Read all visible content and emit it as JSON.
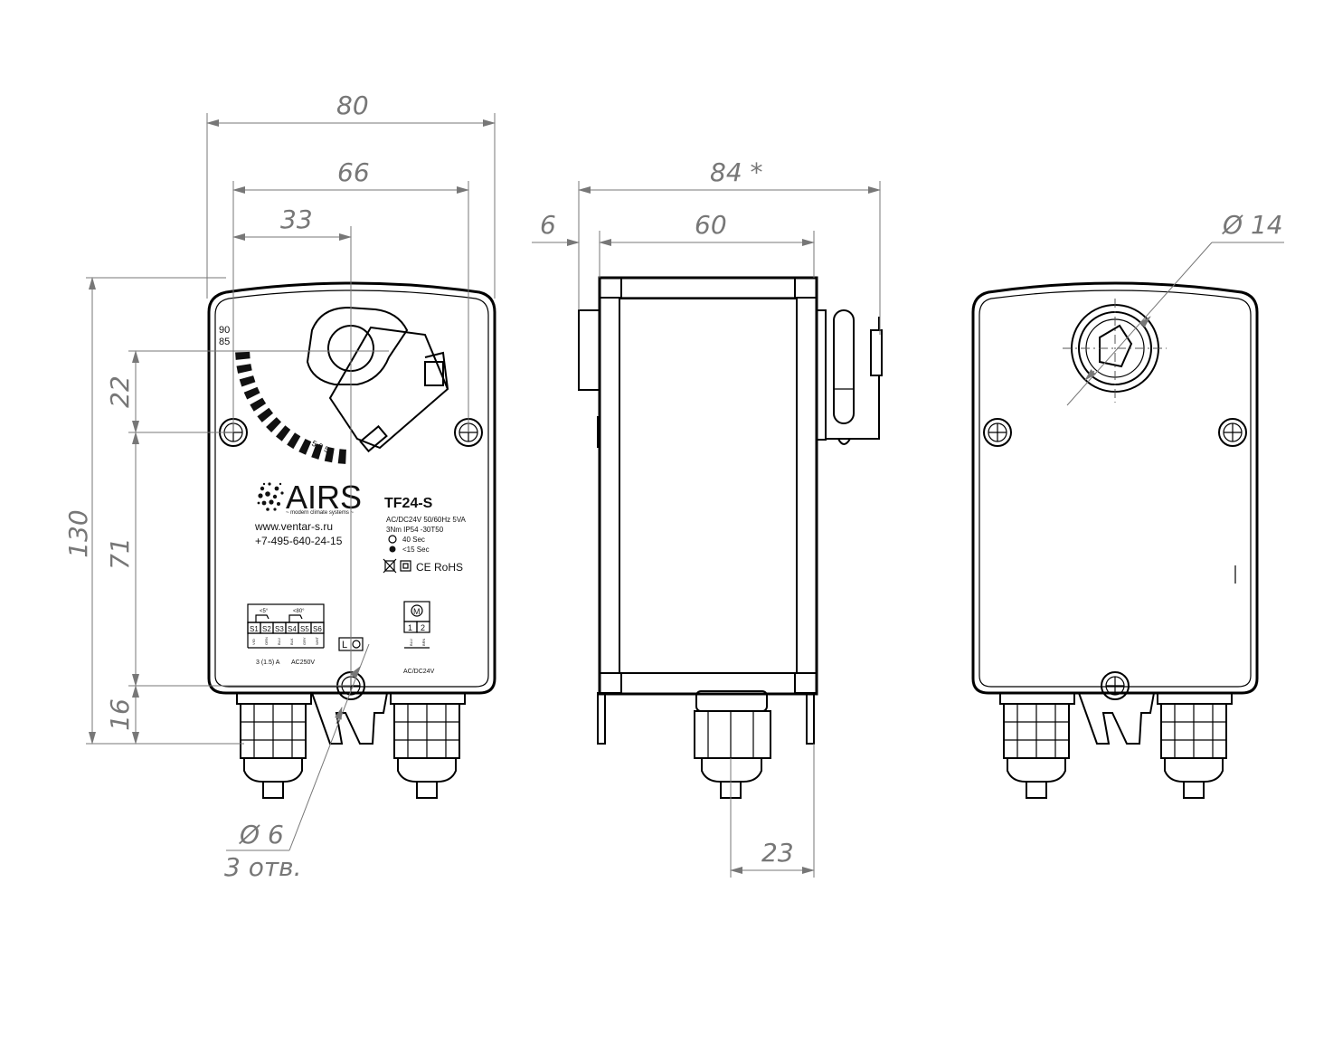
{
  "dimensions": {
    "overall_width": "80",
    "hole_spacing": "66",
    "half_hole_spacing": "33",
    "side_overall": "84 *",
    "side_offset": "6",
    "side_body": "60",
    "height_total": "130",
    "axis_to_holes": "22",
    "holes_vertical": "71",
    "bottom_offset": "16",
    "gland_offset": "23",
    "shaft_diameter": "Ø 14",
    "hole_diameter": "Ø 6",
    "hole_count": "3 отв."
  },
  "label": {
    "brand": "AIRS",
    "brand_tagline": "~ modern climate systems ~",
    "website": "www.ventar-s.ru",
    "phone": "+7-495-640-24-15",
    "model": "TF24-S",
    "spec_supply": "AC/DC24V 50/60Hz 5VA",
    "spec_torque": "3Nm  IP54  -30T50",
    "spec_motor_time": "40 Sec",
    "spec_spring_time": "<15 Sec",
    "certifications": "CE RoHS",
    "scale_top_90": "90",
    "scale_top_85": "85",
    "scale_bottom": "5  0  5"
  },
  "switch_block": {
    "top_left": "<5°",
    "top_right": "<80°",
    "terminals": [
      "S1",
      "S2",
      "S3",
      "S4",
      "S5",
      "S6"
    ],
    "wire_colors": [
      "VIO",
      "ORN",
      "BLU",
      "BLK",
      "GRY",
      "WHT"
    ],
    "rating_left": "3 (1.5) A",
    "rating_right": "AC250V"
  },
  "power_block": {
    "motor_symbol": "M",
    "terminals": [
      "1",
      "2"
    ],
    "wire_colors": [
      "BLU",
      "BRN"
    ],
    "rating": "AC/DC24V"
  },
  "manual_lock": "L"
}
